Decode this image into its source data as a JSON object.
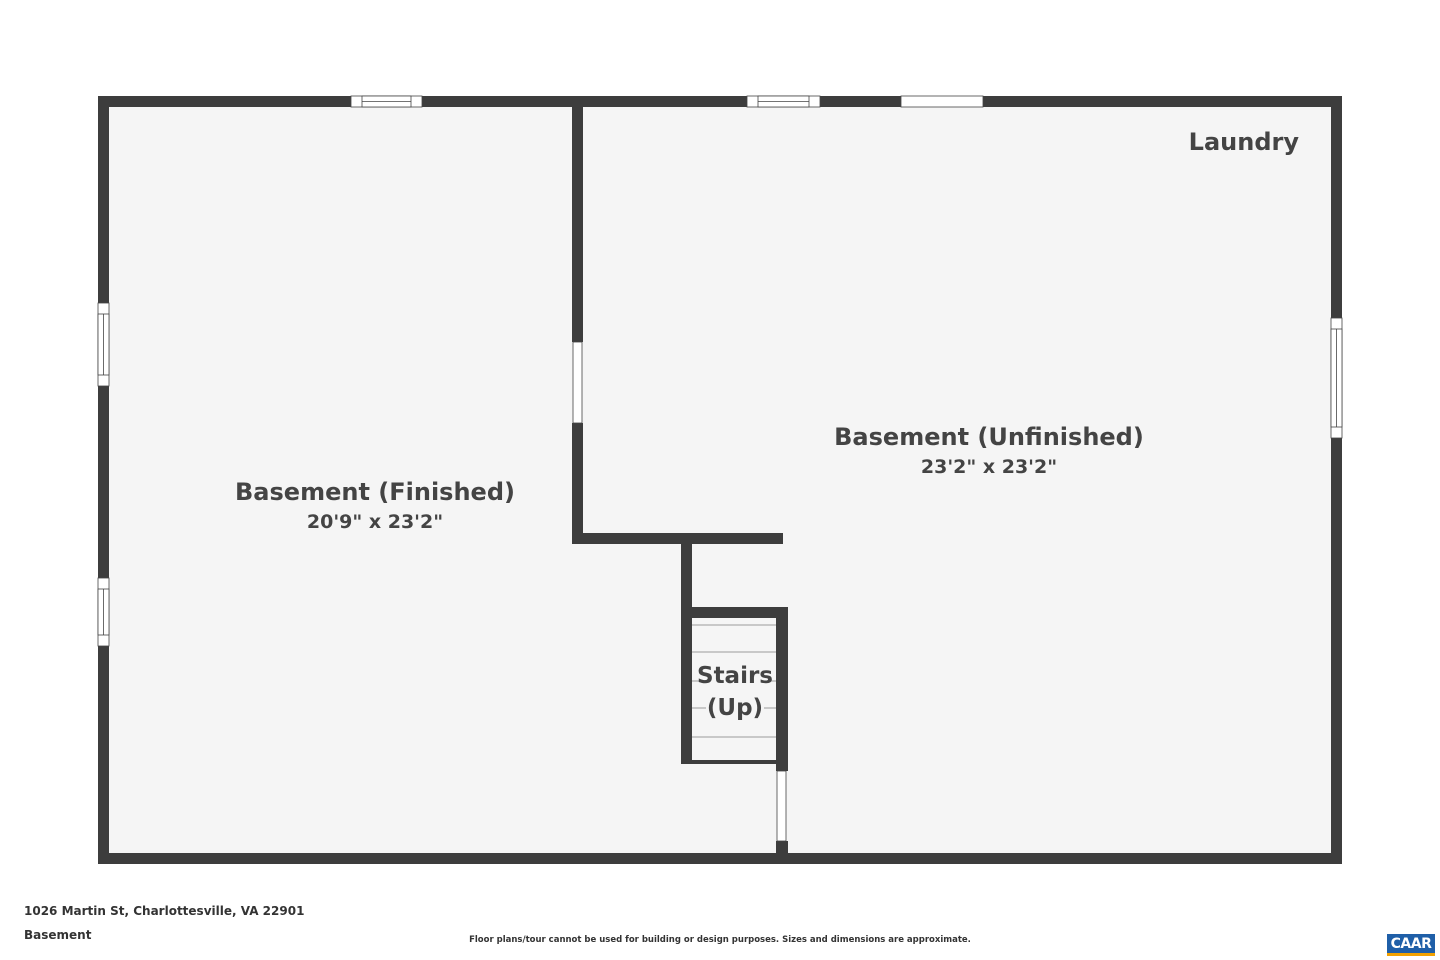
{
  "plan": {
    "rooms": [
      {
        "name": "Basement (Finished)",
        "dimensions": "20'9\" x 23'2\""
      },
      {
        "name": "Basement (Unfinished)",
        "dimensions": "23'2\" x 23'2\""
      },
      {
        "name": "Laundry",
        "dimensions": ""
      },
      {
        "name": "Stairs",
        "dimensions": "(Up)"
      }
    ]
  },
  "footer": {
    "address": "1026 Martin St, Charlottesville, VA 22901",
    "floor": "Basement",
    "disclaimer": "Floor plans/tour cannot be used for building or design purposes. Sizes and dimensions are approximate.",
    "logo": "CAAR"
  },
  "colors": {
    "wall": "#3d3d3d",
    "floor": "#f5f5f5",
    "label": "#444444",
    "logo_bg": "#1f5fa8",
    "logo_accent": "#f2a100"
  }
}
